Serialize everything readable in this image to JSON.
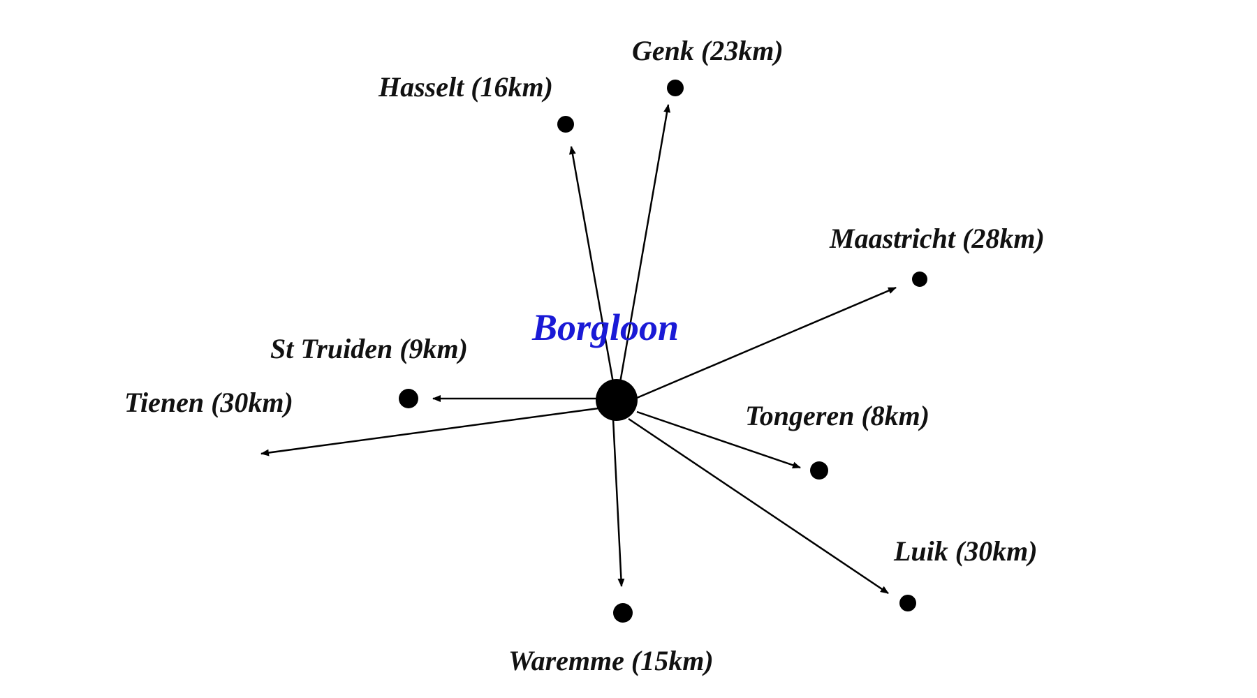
{
  "hub": {
    "name": "Borgloon"
  },
  "cities": [
    {
      "id": "hasselt",
      "label": "Hasselt (16km)"
    },
    {
      "id": "genk",
      "label": "Genk (23km)"
    },
    {
      "id": "maastricht",
      "label": "Maastricht (28km)"
    },
    {
      "id": "st-truiden",
      "label": "St Truiden (9km)"
    },
    {
      "id": "tienen",
      "label": "Tienen (30km)"
    },
    {
      "id": "tongeren",
      "label": "Tongeren (8km)"
    },
    {
      "id": "luik",
      "label": "Luik (30km)"
    },
    {
      "id": "waremme",
      "label": "Waremme (15km)"
    }
  ],
  "colors": {
    "hub_label": "#1a1ad6",
    "lines": "#000000",
    "labels": "#111111"
  }
}
